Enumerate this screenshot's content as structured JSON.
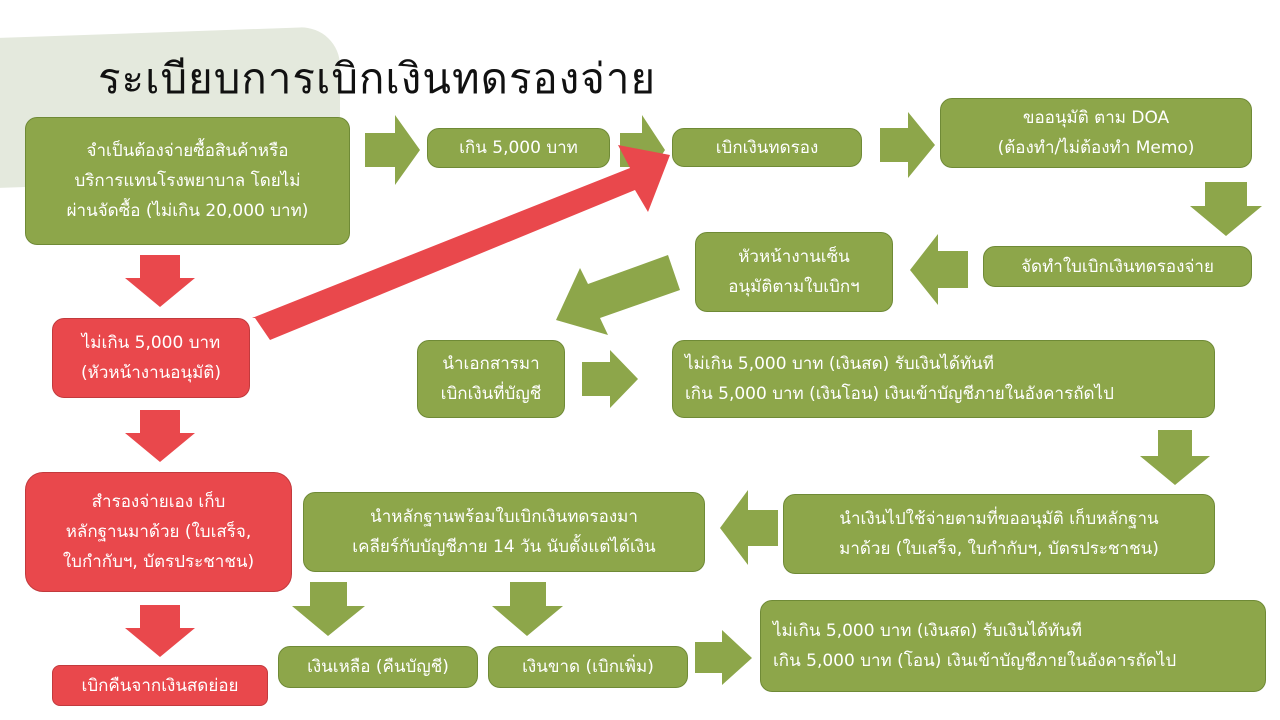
{
  "title": "ระเบียบการเบิกเงินทดรองจ่าย",
  "colors": {
    "green": "#8da64a",
    "red": "#e9484c"
  },
  "boxes": {
    "start": [
      "จำเป็นต้องจ่ายซื้อสินค้าหรือ",
      "บริการแทนโรงพยาบาล โดยไม่",
      "ผ่านจัดซื้อ (ไม่เกิน 20,000 บาท)"
    ],
    "over5000": "เกิน 5,000 บาท",
    "advance": "เบิกเงินทดรอง",
    "doa": [
      "ขออนุมัติ ตาม DOA",
      "(ต้องทำ/ไม่ต้องทำ Memo)"
    ],
    "prepare_form": "จัดทำใบเบิกเงินทดรองจ่าย",
    "head_sign": [
      "หัวหน้างานเซ็น",
      "อนุมัติตามใบเบิกฯ"
    ],
    "not_over5000": [
      "ไม่เกิน 5,000 บาท",
      "(หัวหน้างานอนุมัติ)"
    ],
    "bring_docs": [
      "นำเอกสารมา",
      "เบิกเงินที่บัญชี"
    ],
    "receive_money": [
      "ไม่เกิน 5,000 บาท (เงินสด) รับเงินได้ทันที",
      "เกิน 5,000 บาท (เงินโอน) เงินเข้าบัญชีภายในอังคารถัดไป"
    ],
    "use_money": [
      "นำเงินไปใช้จ่ายตามที่ขออนุมัติ เก็บหลักฐาน",
      "มาด้วย (ใบเสร็จ, ใบกำกับฯ, บัตรประชาชน)"
    ],
    "clear_account": [
      "นำหลักฐานพร้อมใบเบิกเงินทดรองมา",
      "เคลียร์กับบัญชีภาย 14  วัน นับตั้งแต่ได้เงิน"
    ],
    "self_pay": [
      "สำรองจ่ายเอง เก็บ",
      "หลักฐานมาด้วย (ใบเสร็จ,",
      "ใบกำกับฯ, บัตรประชาชน)"
    ],
    "surplus": "เงินเหลือ (คืนบัญชี)",
    "shortfall": "เงินขาด (เบิกเพิ่ม)",
    "additional": [
      "ไม่เกิน 5,000 บาท (เงินสด) รับเงินได้ทันที",
      "เกิน 5,000 บาท (โอน) เงินเข้าบัญชีภายในอังคารถัดไป"
    ],
    "petty_cash": "เบิกคืนจากเงินสดย่อย"
  }
}
